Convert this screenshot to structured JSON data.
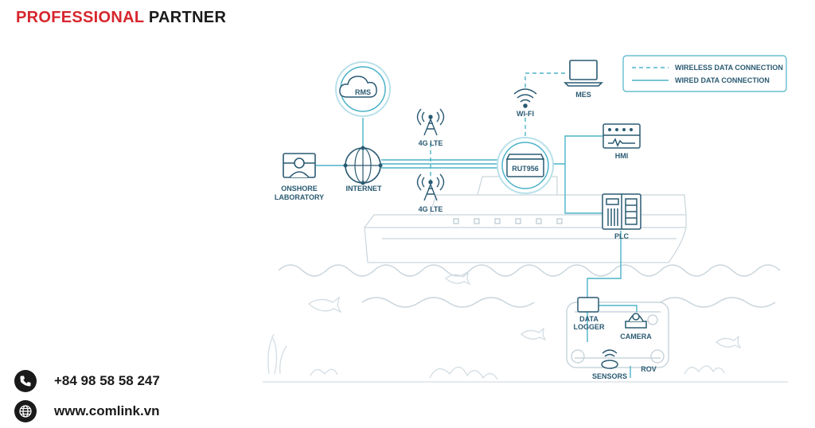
{
  "brand": {
    "part1": "PROFESSIONAL",
    "part2": "PARTNER",
    "accent": "#d7262d"
  },
  "contacts": {
    "phone": "+84 98 58 58 247",
    "website": "www.comlink.vn"
  },
  "legend": {
    "wireless": "WIRELESS DATA CONNECTION",
    "wired": "WIRED DATA CONNECTION"
  },
  "nodes": {
    "rms": "RMS",
    "internet": "INTERNET",
    "onshore_1": "ONSHORE",
    "onshore_2": "LABORATORY",
    "lte_top": "4G LTE",
    "lte_bottom": "4G LTE",
    "wifi": "WI-FI",
    "mes": "MES",
    "router": "RUT956",
    "hmi": "HMI",
    "plc": "PLC",
    "data_logger_1": "DATA",
    "data_logger_2": "LOGGER",
    "camera": "CAMERA",
    "sensors": "SENSORS",
    "rov": "ROV"
  },
  "colors": {
    "line": "#4bb3c8",
    "dark": "#2a5a72",
    "faint": "#c9d5dc"
  }
}
